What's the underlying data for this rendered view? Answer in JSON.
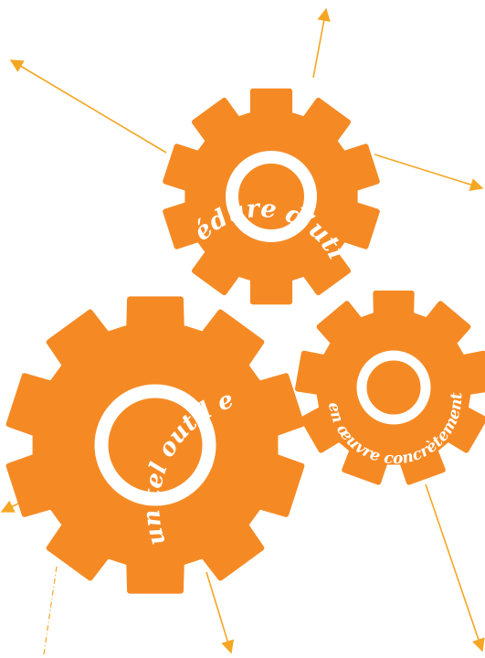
{
  "colors": {
    "gear": "#f58a24",
    "arrow": "#f5a623",
    "ring": "#ffffff",
    "background": "#ffffff"
  },
  "gears": {
    "top": {
      "text": "La procédure d’utilisation"
    },
    "left": {
      "text": "Comment un tel outil est-il mis…"
    },
    "right": {
      "text": "…en œuvre concrètement ?"
    }
  }
}
